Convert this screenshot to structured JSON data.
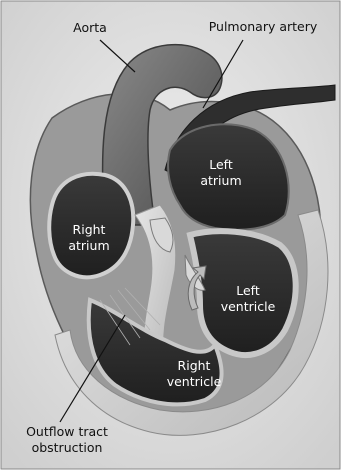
{
  "labels": {
    "aorta": "Aorta",
    "pulmonary_artery": "Pulmonary artery",
    "left_atrium_line1": "Left",
    "left_atrium_line2": "atrium",
    "right_atrium_line1": "Right",
    "right_atrium_line2": "atrium",
    "left_ventricle_line1": "Left",
    "left_ventricle_line2": "ventricle",
    "right_ventricle_line1": "Right",
    "right_ventricle_line2": "ventricle",
    "outflow_line1": "Outflow tract",
    "outflow_line2": "obstruction"
  },
  "colors": {
    "background": "#e4e4e4",
    "frame_border": "#8a8a8a",
    "chamber_dark": "#2a2a2a",
    "wall_light": "#cfcfcf",
    "vessel_mid": "#6a6a6a"
  }
}
